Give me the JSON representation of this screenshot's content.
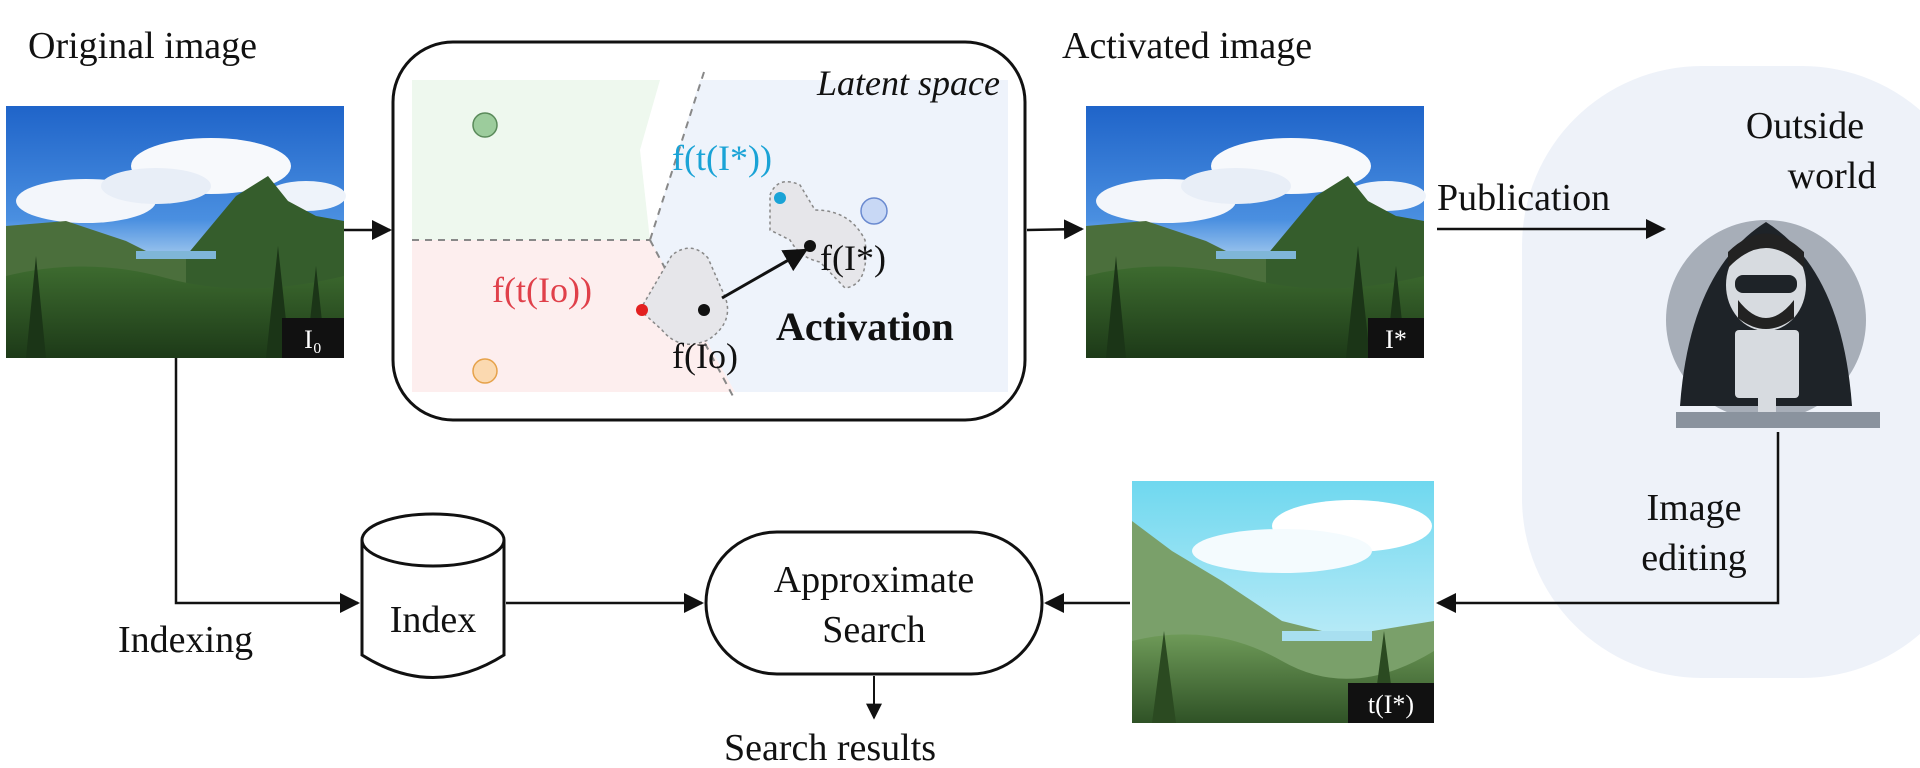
{
  "labels": {
    "original_image": "Original image",
    "activated_image": "Activated image",
    "latent_space": "Latent space",
    "outside_world_line1": "Outside",
    "outside_world_line2": "world",
    "publication": "Publication",
    "image_editing_line1": "Image",
    "image_editing_line2": "editing",
    "indexing": "Indexing",
    "index": "Index",
    "approx_search_line1": "Approximate",
    "approx_search_line2": "Search",
    "search_results": "Search results"
  },
  "image_tags": {
    "original": "I₀",
    "activated": "I*",
    "edited": "t(I*)"
  },
  "latent_points": {
    "f_t_I_star": "f(t(I*))",
    "f_I_star": "f(I*)",
    "f_t_Io": "f(t(Io))",
    "f_Io": "f(Io)",
    "activation": "Activation"
  },
  "colors": {
    "green_region": "#eef8ee",
    "red_region": "#fdeeee",
    "blue_region": "#eef3fb",
    "cyan_label": "#1aa3d6",
    "red_label": "#e0404a",
    "outside_bg": "#eef2f9"
  }
}
